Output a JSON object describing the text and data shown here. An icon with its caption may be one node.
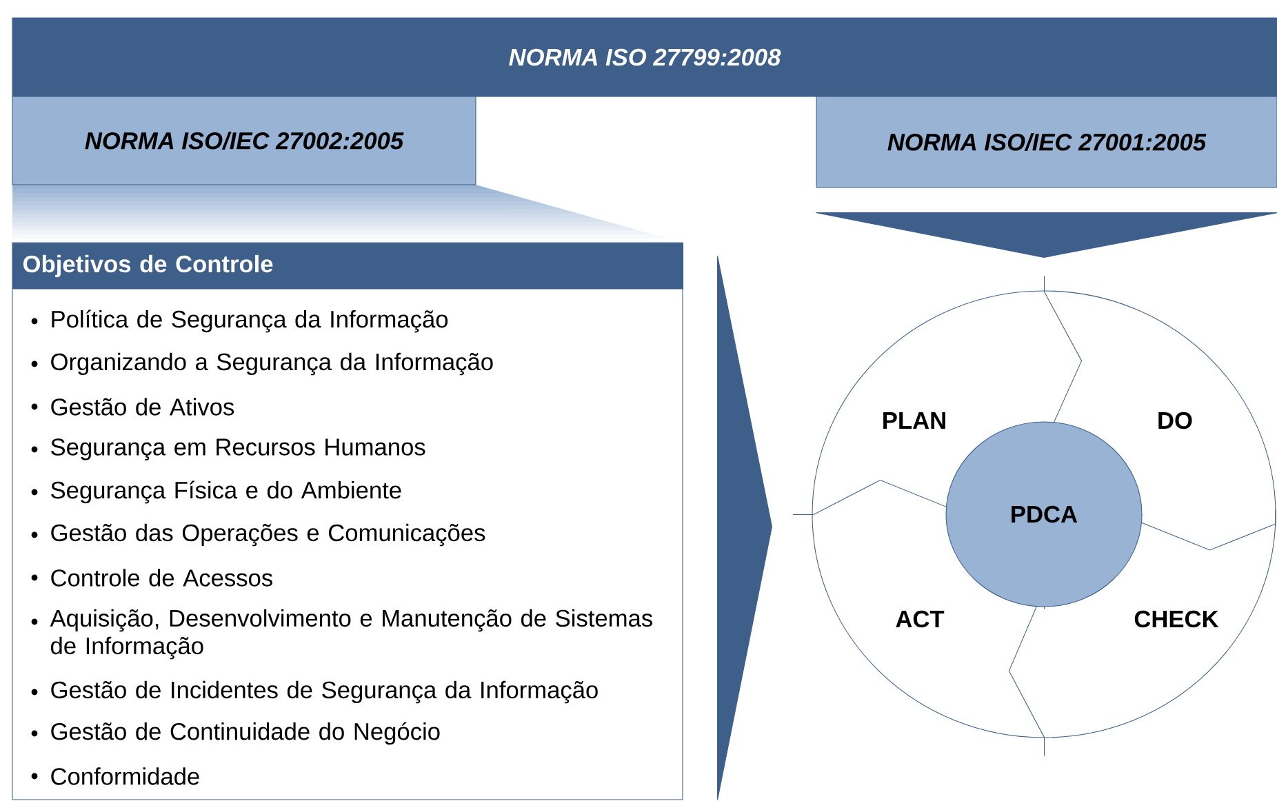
{
  "diagram": {
    "nodes": [
      {
        "text": [
          "NORMA ISO 27799:2008"
        ]
      },
      {
        "text": [
          "NORMA ISO/IEC 27002:2005"
        ]
      },
      {
        "text": [
          "NORMA ISO/IEC 27001:2005"
        ]
      },
      {
        "text": [
          "Objetivos de Controle",
          "Política de Segurança da Informação",
          "Organizando a Segurança da Informação",
          "Gestão de Ativos",
          "Segurança em Recursos Humanos",
          "Segurança  Física e do Ambiente",
          "Gestão das Operações e Comunicações",
          "Controle de Acessos",
          "Aquisição, Desenvolvimento e Manutenção de Sistemas de Informação",
          "Gestão de Incidentes de Segurança da Informação",
          "Gestão de Continuidade do Negócio",
          "Conformidade"
        ]
      },
      {
        "text": [
          "PLAN",
          "DO",
          "ACT",
          "CHECK"
        ]
      },
      {
        "text": [
          "PDCA"
        ],
        "in": 4
      }
    ],
    "edges": [
      {
        "from": 3,
        "to": 4,
        "arrow": "to"
      },
      {
        "from": 2,
        "to": 4,
        "arrow": "to"
      }
    ]
  }
}
